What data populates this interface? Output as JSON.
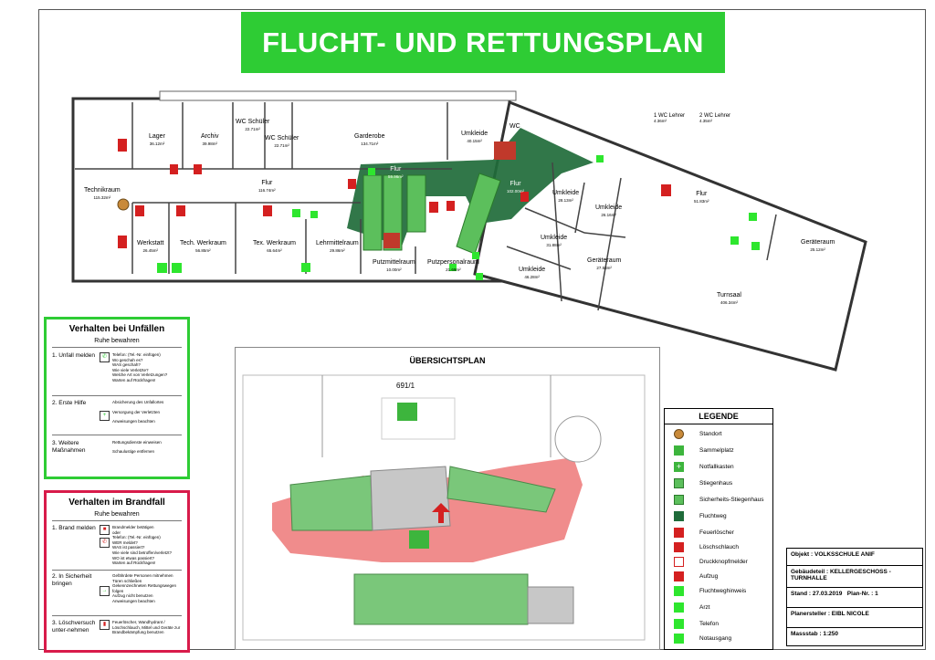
{
  "title": "FLUCHT- UND RETTUNGSPLAN",
  "rooms": [
    {
      "name": "Lager",
      "area": "36.12m²"
    },
    {
      "name": "Archiv",
      "area": "39.98m²"
    },
    {
      "name": "WC Schüler",
      "area": "22.71m²"
    },
    {
      "name": "WC Schüler",
      "area": "22.71m²"
    },
    {
      "name": "Garderobe",
      "area": "134.71m²"
    },
    {
      "name": "Umkleide",
      "area": "40.15m²"
    },
    {
      "name": "WC",
      "area": ""
    },
    {
      "name": "Technikraum",
      "area": "115.32m²"
    },
    {
      "name": "Flur",
      "area": "116.74m²"
    },
    {
      "name": "Flur",
      "area": "59.96m²"
    },
    {
      "name": "Flur",
      "area": "102.00m²"
    },
    {
      "name": "Werkstatt",
      "area": "26.45m²"
    },
    {
      "name": "Tech. Werkraum",
      "area": "56.85m²"
    },
    {
      "name": "Tex. Werkraum",
      "area": "65.64m²"
    },
    {
      "name": "Lehrmittelraum",
      "area": "29.86m²"
    },
    {
      "name": "Putzmittelraum",
      "area": "10.00m²"
    },
    {
      "name": "Putzpersonalraum",
      "area": "21.69m²"
    },
    {
      "name": "Umkleide",
      "area": "28.13m²"
    },
    {
      "name": "Umkleide",
      "area": "26.16m²"
    },
    {
      "name": "Umkleide",
      "area": "31.88m²"
    },
    {
      "name": "Umkleide",
      "area": "46.28m²"
    },
    {
      "name": "Flur",
      "area": "51.83m²"
    },
    {
      "name": "Geräteraum",
      "area": "27.58m²"
    },
    {
      "name": "Geräteraum",
      "area": "25.12m²"
    },
    {
      "name": "Turnsaal",
      "area": "406.34m²"
    }
  ],
  "wc_lehrer": [
    {
      "num": "1",
      "name": "WC Lehrer",
      "area": "4.36m²"
    },
    {
      "num": "2",
      "name": "WC Lehrer",
      "area": "4.35m²"
    }
  ],
  "unfall": {
    "title": "Verhalten bei Unfällen",
    "subtitle": "Ruhe bewahren",
    "steps": [
      {
        "num": "1.",
        "label": "Unfall melden",
        "icon": "✆",
        "lines": [
          "Telefon: (Tel.-Nr. einfügen)",
          "Wo geschah es?",
          "WAS geschah?",
          "Wie viele Verletzte?",
          "Welche Art von Verletzungen?",
          "Warten auf Rückfragen!"
        ]
      },
      {
        "num": "2.",
        "label": "Erste Hilfe",
        "icon": "+",
        "lines": [
          "Absicherung des Unfallortes",
          "Versorgung der Verletzten",
          "Anweisungen beachten"
        ]
      },
      {
        "num": "3.",
        "label": "Weitere Maßnahmen",
        "icon": "",
        "lines": [
          "Rettungsdienste einweisen",
          "Schaulustige entfernen"
        ]
      }
    ]
  },
  "brand": {
    "title": "Verhalten im Brandfall",
    "subtitle": "Ruhe bewahren",
    "steps": [
      {
        "num": "1.",
        "label": "Brand melden",
        "icon": "✆",
        "lines": [
          "Brandmelder betätigen",
          "oder",
          "Telefon: (Tel.-Nr. einfügen)",
          "WER meldet?",
          "WAS ist passiert?",
          "Wie viele sind betroffen/verletzt?",
          "WO ist etwas passiert?",
          "Warten auf Rückfragen!"
        ]
      },
      {
        "num": "2.",
        "label": "In Sicherheit bringen",
        "icon": "→",
        "lines": [
          "Gefährdete Personen mitnehmen",
          "Türen schließen",
          "Gekennzeichneten Rettungswegen folgen",
          "Aufzug nicht benutzen",
          "Anweisungen beachten"
        ]
      },
      {
        "num": "3.",
        "label": "Löschversuch unter-nehmen",
        "icon": "",
        "lines": [
          "Feuerlöscher, Wandhydrant / Löschschlauch, Mittel und Geräte zur Brandbekämpfung benutzen"
        ]
      }
    ]
  },
  "overview": {
    "title": "ÜBERSICHTSPLAN",
    "parcel": "691/1"
  },
  "legend": {
    "title": "LEGENDE",
    "items": [
      {
        "label": "Standort",
        "icon": "standort-icon",
        "color": "#c98a3a"
      },
      {
        "label": "Sammelplatz",
        "icon": "sammelplatz-icon",
        "color": "#3db53d"
      },
      {
        "label": "Notfallkasten",
        "icon": "notfallkasten-icon",
        "color": "#3db53d"
      },
      {
        "label": "Stiegenhaus",
        "icon": "stiegenhaus-icon",
        "color": "#5cbf5c"
      },
      {
        "label": "Sicherheits-Stiegenhaus",
        "icon": "sicherheits-stiegenhaus-icon",
        "color": "#5cbf5c"
      },
      {
        "label": "Fluchtweg",
        "icon": "fluchtweg-icon",
        "color": "#1f6b3a"
      },
      {
        "label": "Feuerlöscher",
        "icon": "feuerloescher-icon",
        "color": "#d42020"
      },
      {
        "label": "Löschschlauch",
        "icon": "loeschschlauch-icon",
        "color": "#d42020"
      },
      {
        "label": "Druckknopfmelder",
        "icon": "druckknopfmelder-icon",
        "color": "#d42020"
      },
      {
        "label": "Aufzug",
        "icon": "aufzug-icon",
        "color": "#d42020"
      },
      {
        "label": "Fluchtweghinweis",
        "icon": "fluchtweghinweis-icon",
        "color": "#2ee62e"
      },
      {
        "label": "Arzt",
        "icon": "arzt-icon",
        "color": "#2ee62e"
      },
      {
        "label": "Telefon",
        "icon": "telefon-icon",
        "color": "#2ee62e"
      },
      {
        "label": "Notausgang",
        "icon": "notausgang-icon",
        "color": "#2ee62e"
      }
    ]
  },
  "info": {
    "objekt": "Objekt : VOLKSSCHULE ANIF",
    "gebaeude": "Gebäudeteil : KELLERGESCHOSS - TURNHALLE",
    "stand": "Stand : 27.03.2019",
    "plan_nr": "Plan-Nr. : 1",
    "planersteller": "Planersteller : EIBL NICOLE",
    "massstab": "Massstab : 1:250"
  },
  "colors": {
    "title_green": "#2ecc34",
    "fluchtweg": "#1f6b3a",
    "stair": "#5cbf5c",
    "red_panel": "#d81b4a",
    "road": "#f08c8c"
  }
}
